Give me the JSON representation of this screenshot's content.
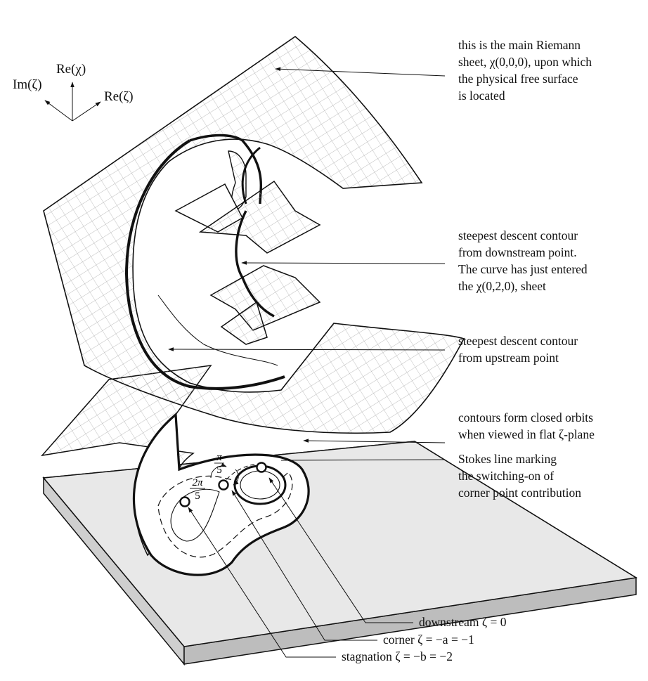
{
  "axes": {
    "re_chi": "Re(χ)",
    "im_zeta": "Im(ζ)",
    "re_zeta": "Re(ζ)"
  },
  "annotations": {
    "main_sheet": {
      "line1": "this is the main Riemann",
      "line2": "sheet, χ(0,0,0), upon which",
      "line3": "the physical free surface",
      "line4": "is located"
    },
    "downstream_contour": {
      "line1": "steepest descent contour",
      "line2": "from downstream point.",
      "line3": "The curve has just entered",
      "line4": "the χ(0,2,0), sheet"
    },
    "upstream_contour": {
      "line1": "steepest descent contour",
      "line2": "from upstream point"
    },
    "closed_orbits": {
      "line1": "contours form closed orbits",
      "line2": "when viewed in flat ζ-plane"
    },
    "stokes_line": {
      "line1": "Stokes line marking",
      "line2": "the switching-on of",
      "line3": "corner point contribution"
    }
  },
  "points": {
    "downstream": "downstream ζ = 0",
    "corner": "corner ζ = −a = −1",
    "stagnation": "stagnation ζ = −b = −2"
  },
  "angles": {
    "pi_over_5": "π/5",
    "two_pi_over_5": "2π/5"
  },
  "colors": {
    "ink": "#111111",
    "mesh": "#9a9a9a",
    "plane_fill": "#e8e8e8",
    "plane_side": "#cfcfcf"
  }
}
